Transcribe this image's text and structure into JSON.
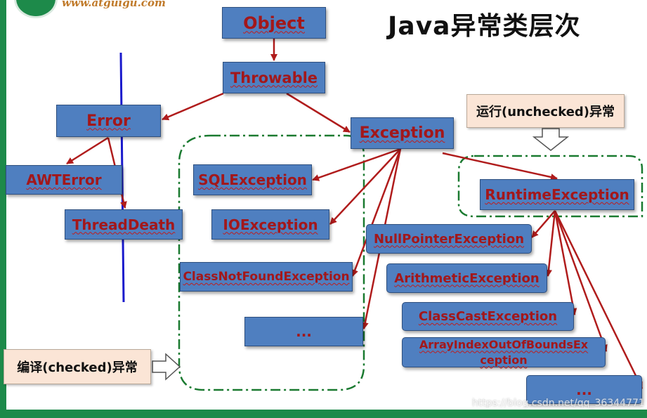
{
  "header": {
    "logo_text": "www.atguigu.com",
    "title": "Java异常类层次"
  },
  "nodes": {
    "object": "Object",
    "throwable": "Throwable",
    "error": "Error",
    "exception": "Exception",
    "awt_error": "AWTError",
    "thread_death": "ThreadDeath",
    "sql_exception": "SQLException",
    "io_exception": "IOException",
    "class_not_found_exception": "ClassNotFoundException",
    "checked_more": "...",
    "runtime_exception": "RuntimeException",
    "null_pointer_exception": "NullPointerException",
    "arithmetic_exception": "ArithmeticException",
    "class_cast_exception": "ClassCastException",
    "array_index_line1": "ArrayIndexOutOfBoundsEx",
    "array_index_line2": "ception",
    "unchecked_more": "..."
  },
  "notes": {
    "unchecked": "运行(unchecked)异常",
    "checked": "编译(checked)异常"
  },
  "watermark": "https://blog.csdn.net/qq_36344771",
  "colors": {
    "box_fill": "#4f7fc0",
    "box_text": "#a3171a",
    "arrow": "#b01c1c",
    "dash_group": "#1a7a30",
    "note_fill": "#fbe5d6",
    "vertical_line": "#1a1acc",
    "frame": "#1d8a4a"
  }
}
